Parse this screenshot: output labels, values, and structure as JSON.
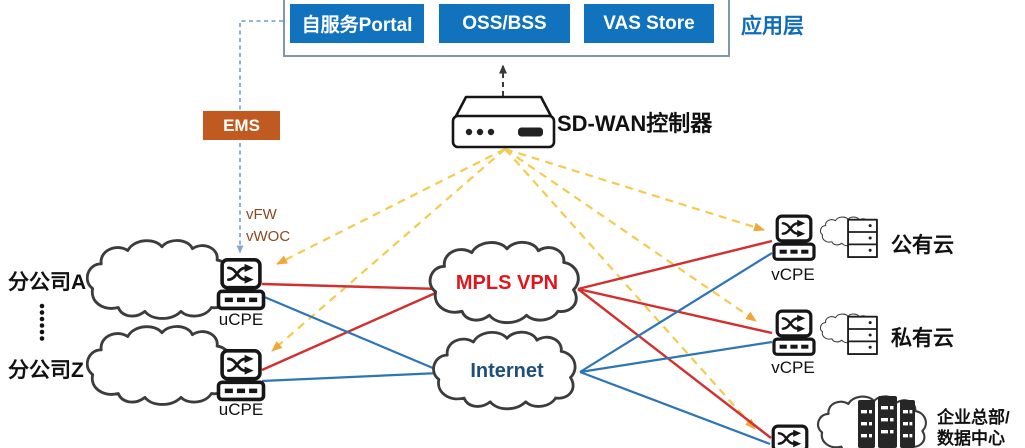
{
  "colors": {
    "app_blue": "#1173bd",
    "app_border": "#8096ab",
    "app_label_blue": "#0f6cb8",
    "ems_orange": "#c05a21",
    "vnf_brown": "#8a4a21",
    "mpls_red": "#e0161c",
    "line_red": "#d22f2f",
    "internet_navy": "#1f4e79",
    "line_blue": "#2e75b6",
    "control_yellow": "#f3cb4e",
    "control_arrow_orange": "#f0a73a",
    "mgmt_dash_blue": "#85a8cc"
  },
  "app_layer": {
    "label": "应用层",
    "buttons": [
      {
        "label": "自服务Portal"
      },
      {
        "label": "OSS/BSS"
      },
      {
        "label": "VAS Store"
      }
    ]
  },
  "controller": {
    "label": "SD-WAN控制器"
  },
  "ems": {
    "label": "EMS"
  },
  "vnf": {
    "line1": "vFW",
    "line2": "vWOC"
  },
  "left": {
    "branch_a": "分公司A",
    "branch_z": "分公司Z",
    "ucpe_a": "uCPE",
    "ucpe_z": "uCPE"
  },
  "networks": {
    "mpls": "MPLS VPN",
    "internet": "Internet"
  },
  "right": {
    "vcpe_1": "vCPE",
    "vcpe_2": "vCPE",
    "public_cloud": "公有云",
    "private_cloud": "私有云",
    "hq_line1": "企业总部/",
    "hq_line2": "数据中心"
  }
}
